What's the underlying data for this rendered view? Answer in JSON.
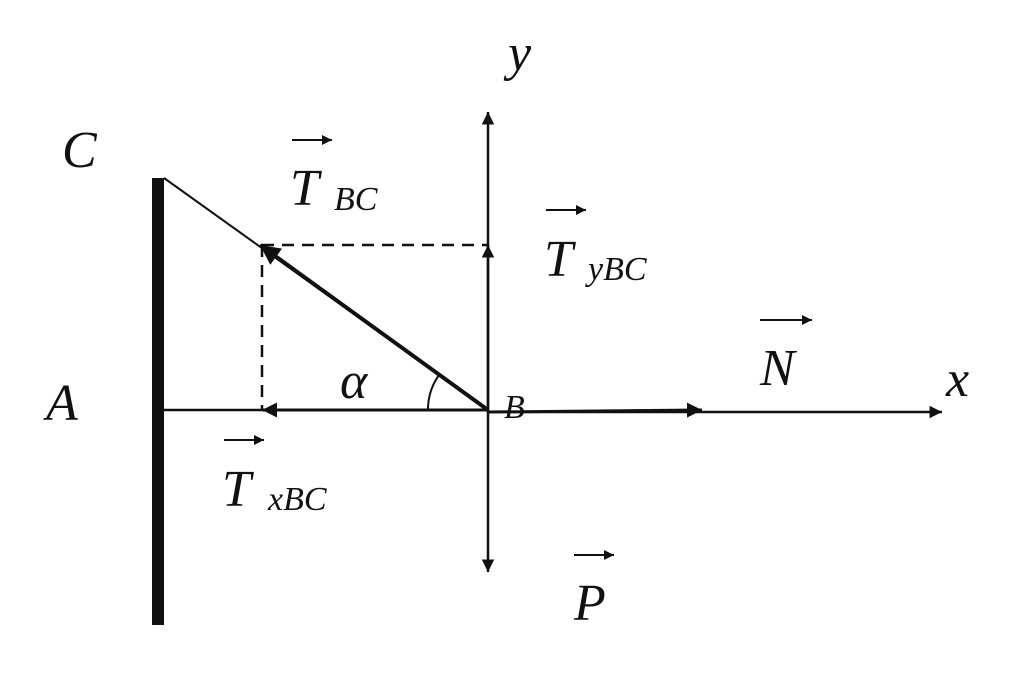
{
  "labels": {
    "axis_y": "y",
    "axis_x": "x",
    "point_c": "C",
    "point_a": "A",
    "point_b": "B",
    "angle": "α",
    "t_bc_main": "T",
    "t_bc_sub": "BC",
    "t_ybc_main": "T",
    "t_ybc_sub": "yBC",
    "t_xbc_main": "T",
    "t_xbc_sub": "xBC",
    "n": "N",
    "p": "P"
  },
  "colors": {
    "ink": "#111111",
    "background": "#ffffff"
  }
}
